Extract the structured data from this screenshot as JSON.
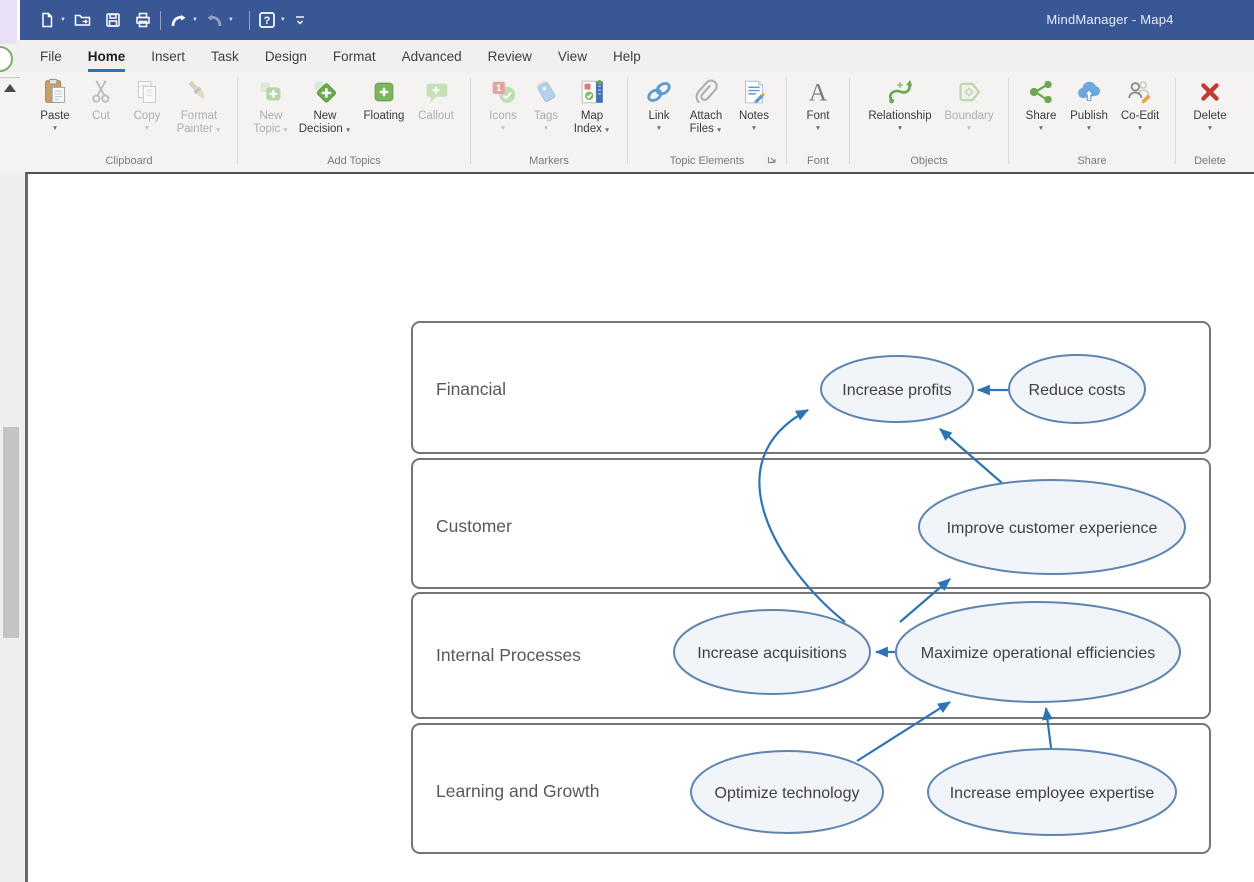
{
  "window": {
    "title": "MindManager - Map4",
    "titlebar_color": "#3A5795"
  },
  "quick_access": {
    "icons": [
      "new-document",
      "open-file",
      "save",
      "print",
      "undo",
      "redo",
      "help",
      "customize-toolbar"
    ]
  },
  "menu": {
    "tabs": [
      "File",
      "Home",
      "Insert",
      "Task",
      "Design",
      "Format",
      "Advanced",
      "Review",
      "View",
      "Help"
    ],
    "active_tab": "Home"
  },
  "ribbon": {
    "groups": [
      {
        "label": "Clipboard",
        "buttons": [
          {
            "label": "Paste",
            "enabled": true,
            "caret": "below"
          },
          {
            "label": "Cut",
            "enabled": false,
            "caret": "none"
          },
          {
            "label": "Copy",
            "enabled": false,
            "caret": "below"
          },
          {
            "label": "Format Painter",
            "enabled": false,
            "caret": "inline"
          }
        ]
      },
      {
        "label": "Add Topics",
        "buttons": [
          {
            "label": "New Topic",
            "enabled": false,
            "caret": "inline"
          },
          {
            "label": "New Decision",
            "enabled": true,
            "caret": "inline"
          },
          {
            "label": "Floating",
            "enabled": true,
            "caret": "none"
          },
          {
            "label": "Callout",
            "enabled": false,
            "caret": "none"
          }
        ]
      },
      {
        "label": "Markers",
        "buttons": [
          {
            "label": "Icons",
            "enabled": false,
            "caret": "below"
          },
          {
            "label": "Tags",
            "enabled": false,
            "caret": "below"
          },
          {
            "label": "Map Index",
            "enabled": true,
            "caret": "inline"
          }
        ]
      },
      {
        "label": "Topic Elements",
        "has_dialog_launcher": true,
        "buttons": [
          {
            "label": "Link",
            "enabled": true,
            "caret": "below"
          },
          {
            "label": "Attach Files",
            "enabled": true,
            "caret": "inline"
          },
          {
            "label": "Notes",
            "enabled": true,
            "caret": "below"
          }
        ]
      },
      {
        "label": "Font",
        "buttons": [
          {
            "label": "Font",
            "enabled": true,
            "caret": "below"
          }
        ]
      },
      {
        "label": "Objects",
        "buttons": [
          {
            "label": "Relationship",
            "enabled": true,
            "caret": "below"
          },
          {
            "label": "Boundary",
            "enabled": false,
            "caret": "below"
          }
        ]
      },
      {
        "label": "Share",
        "buttons": [
          {
            "label": "Share",
            "enabled": true,
            "caret": "below"
          },
          {
            "label": "Publish",
            "enabled": true,
            "caret": "below"
          },
          {
            "label": "Co-Edit",
            "enabled": true,
            "caret": "below"
          }
        ]
      },
      {
        "label": "Delete",
        "buttons": [
          {
            "label": "Delete",
            "enabled": true,
            "caret": "below"
          }
        ]
      }
    ]
  },
  "canvas": {
    "lanes": [
      {
        "label": "Financial"
      },
      {
        "label": "Customer"
      },
      {
        "label": "Internal Processes"
      },
      {
        "label": "Learning and Growth"
      }
    ],
    "topics": [
      {
        "label": "Increase profits",
        "lane": "Financial"
      },
      {
        "label": "Reduce costs",
        "lane": "Financial"
      },
      {
        "label": "Improve customer experience",
        "lane": "Customer"
      },
      {
        "label": "Increase acquisitions",
        "lane": "Internal Processes"
      },
      {
        "label": "Maximize operational efficiencies",
        "lane": "Internal Processes"
      },
      {
        "label": "Optimize technology",
        "lane": "Learning and Growth"
      },
      {
        "label": "Increase employee expertise",
        "lane": "Learning and Growth"
      }
    ],
    "relationships": [
      {
        "from": "Reduce costs",
        "to": "Increase profits"
      },
      {
        "from": "Improve customer experience",
        "to": "Increase profits"
      },
      {
        "from": "Increase acquisitions",
        "to": "Increase profits"
      },
      {
        "from": "Maximize operational efficiencies",
        "to": "Improve customer experience"
      },
      {
        "from": "Maximize operational efficiencies",
        "to": "Increase acquisitions"
      },
      {
        "from": "Optimize technology",
        "to": "Maximize operational efficiencies"
      },
      {
        "from": "Increase employee expertise",
        "to": "Maximize operational efficiencies"
      }
    ],
    "colors": {
      "topic_fill": "#F1F4F9",
      "topic_border": "#5E84B0",
      "relationship": "#2E74B5",
      "lane_border": "#757575",
      "lane_label": "#585858"
    }
  }
}
